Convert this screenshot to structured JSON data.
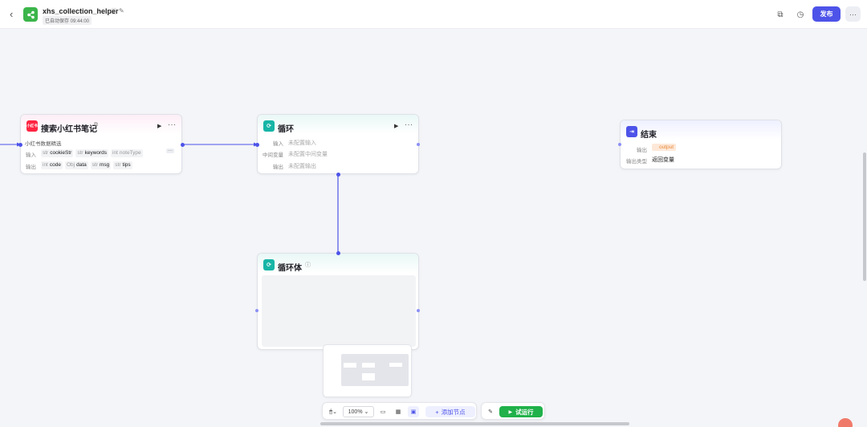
{
  "header": {
    "back_icon": "chevron-left-icon",
    "title": "xhs_collection_helper",
    "autosave": "已自动保存 09:44:00",
    "publish_label": "发布",
    "more_label": "···"
  },
  "nodes": {
    "search": {
      "title": "搜索小红书笔记",
      "icon_text": "小红书",
      "description": "小红书数据精选",
      "input_label": "输入",
      "inputs": [
        {
          "type": "str",
          "name": "cookieStr"
        },
        {
          "type": "str",
          "name": "keywords"
        },
        {
          "type": "int",
          "name": "noteType"
        }
      ],
      "output_label": "输出",
      "outputs": [
        {
          "type": "int",
          "name": "code"
        },
        {
          "type": "Obj",
          "name": "data"
        },
        {
          "type": "str",
          "name": "msg"
        },
        {
          "type": "str",
          "name": "tips"
        }
      ],
      "more_label": "···"
    },
    "loop": {
      "title": "循环",
      "rows": [
        {
          "label": "输入",
          "value": "未配置输入"
        },
        {
          "label": "中间变量",
          "value": "未配置中间变量"
        },
        {
          "label": "输出",
          "value": "未配置输出"
        }
      ]
    },
    "end": {
      "title": "结束",
      "output_label": "输出",
      "output_value": "output",
      "output_type_label": "输出类型",
      "output_type_value": "返回变量"
    },
    "loop_body": {
      "title": "循环体"
    }
  },
  "toolbar": {
    "zoom": "100%",
    "add_node": "添加节点",
    "test_run": "试运行"
  },
  "colors": {
    "accent": "#4d53e8",
    "run_green": "#20b14a",
    "xhs_red": "#ff2442",
    "loop_teal": "#17b5a6"
  }
}
